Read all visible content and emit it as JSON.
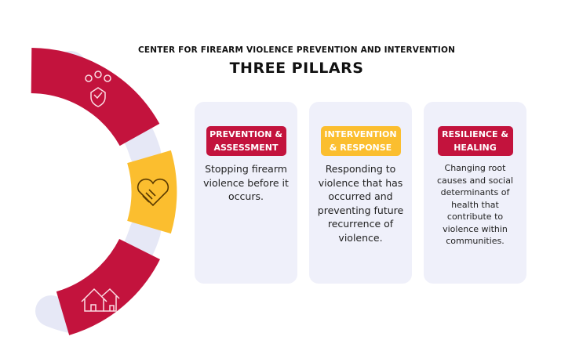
{
  "header": {
    "subtitle": "CENTER FOR FIREARM VIOLENCE PREVENTION AND INTERVENTION",
    "title": "THREE PILLARS"
  },
  "colors": {
    "red": "#c3133d",
    "yellow": "#fbbe2f",
    "card": "#eff0fa",
    "link": "#e6e8f6"
  },
  "pillars": [
    {
      "label": "PREVENTION & ASSESSMENT",
      "text": "Stopping firearm violence before it occurs.",
      "color": "#c3133d",
      "icon": "people-shield-icon"
    },
    {
      "label": "INTERVENTION & RESPONSE",
      "text": "Responding to violence that has occurred and preventing future recurrence of violence.",
      "color": "#fbbe2f",
      "icon": "handshake-heart-icon"
    },
    {
      "label": "RESILIENCE & HEALING",
      "text": "Changing root causes and social determinants of health that contribute to violence within communities.",
      "color": "#c3133d",
      "icon": "houses-icon"
    }
  ]
}
